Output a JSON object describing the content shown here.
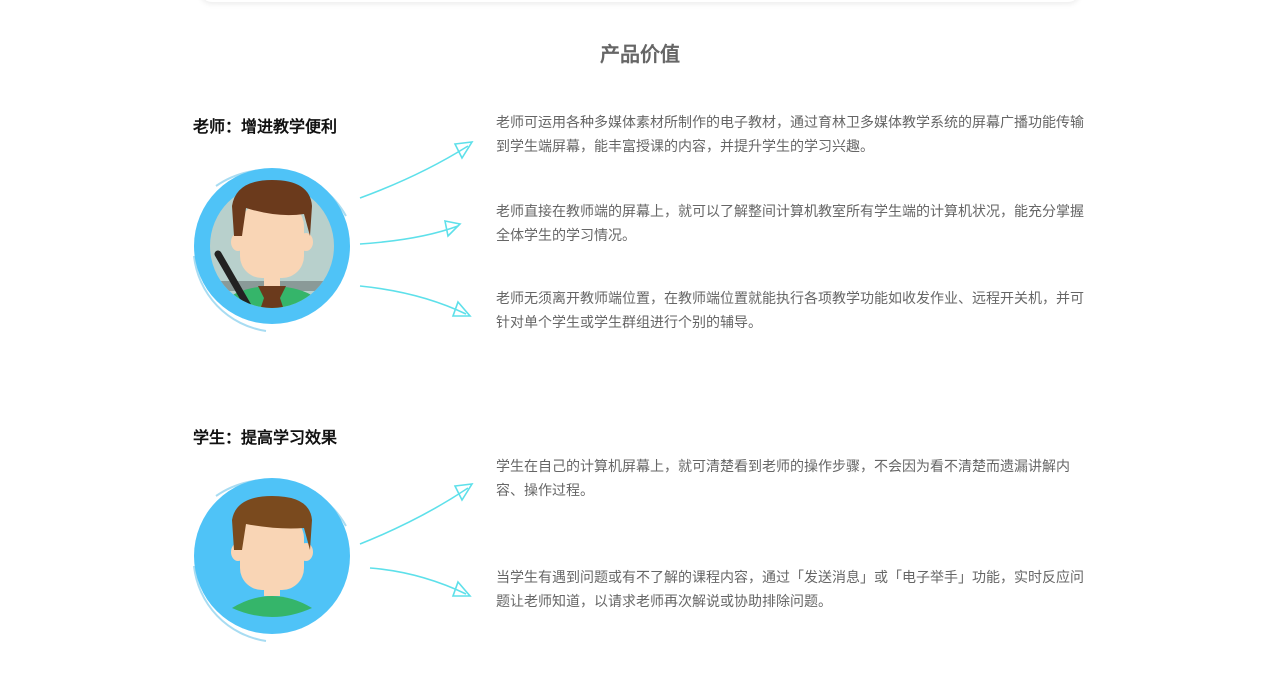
{
  "section_title": "产品价值",
  "teacher": {
    "heading": "老师：增进教学便利",
    "points": [
      "老师可运用各种多媒体素材所制作的电子教材，通过育林卫多媒体教学系统的屏幕广播功能传输到学生端屏幕，能丰富授课的内容，并提升学生的学习兴趣。",
      "老师直接在教师端的屏幕上，就可以了解整间计算机教室所有学生端的计算机状况，能充分掌握全体学生的学习情况。",
      "老师无须离开教师端位置，在教师端位置就能执行各项教学功能如收发作业、远程开关机，并可针对单个学生或学生群组进行个别的辅导。"
    ]
  },
  "student": {
    "heading": "学生：提高学习效果",
    "points": [
      "学生在自己的计算机屏幕上，就可清楚看到老师的操作步骤，不会因为看不清楚而遗漏讲解内容、操作过程。",
      "当学生有遇到问题或有不了解的课程内容，通过「发送消息」或「电子举手」功能，实时反应问题让老师知道，以请求老师再次解说或协助排除问题。"
    ]
  },
  "colors": {
    "circle": "#4fc3f7",
    "arrow": "#5ee0ea",
    "hair": "#6b3a1c",
    "skin": "#f9d5b5",
    "shirt": "#35b56a"
  }
}
